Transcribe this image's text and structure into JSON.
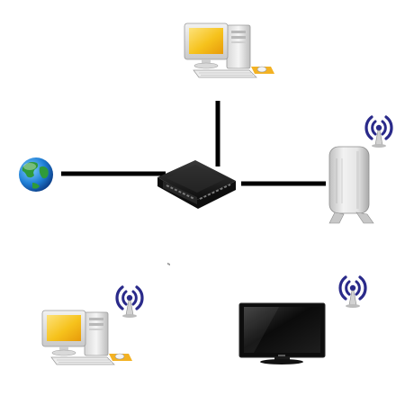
{
  "diagram": {
    "type": "home-network",
    "nodes": [
      {
        "id": "desktop-computer-top",
        "icon": "desktop-computer-icon",
        "wireless": false
      },
      {
        "id": "internet",
        "icon": "globe-icon",
        "wireless": false
      },
      {
        "id": "network-switch",
        "icon": "network-switch-icon",
        "wireless": false
      },
      {
        "id": "wireless-access-point",
        "icon": "wireless-router-icon",
        "wireless": true
      },
      {
        "id": "desktop-computer-bottom",
        "icon": "desktop-computer-icon",
        "wireless": true
      },
      {
        "id": "television",
        "icon": "flat-screen-tv-icon",
        "wireless": true
      }
    ],
    "wired_links": [
      {
        "from": "desktop-computer-top",
        "to": "network-switch"
      },
      {
        "from": "internet",
        "to": "network-switch"
      },
      {
        "from": "network-switch",
        "to": "wireless-access-point"
      }
    ],
    "colors": {
      "link": "#000000",
      "wifi_signal": "#2a2a8a",
      "monitor_screen": "#f6c21c",
      "globe_ocean": "#1f7fd6",
      "globe_land": "#2f9a3a",
      "tv_body": "#111111"
    }
  }
}
